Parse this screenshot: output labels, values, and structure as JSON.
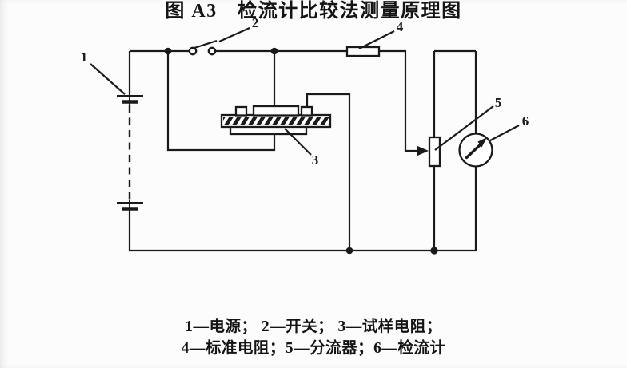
{
  "figure": {
    "caption": "图 A3　检流计比较法测量原理图",
    "legend": {
      "line1": "1—电源； 2—开关； 3—试样电阻；",
      "line2": "4—标准电阻；5—分流器；6—检流计"
    }
  },
  "component_labels": {
    "power_source": "1",
    "switch": "2",
    "sample_resistor": "3",
    "standard_resistor": "4",
    "shunt": "5",
    "galvanometer": "6"
  },
  "colors": {
    "ink": "#1a1a1a",
    "background": "#fcfcfc"
  }
}
